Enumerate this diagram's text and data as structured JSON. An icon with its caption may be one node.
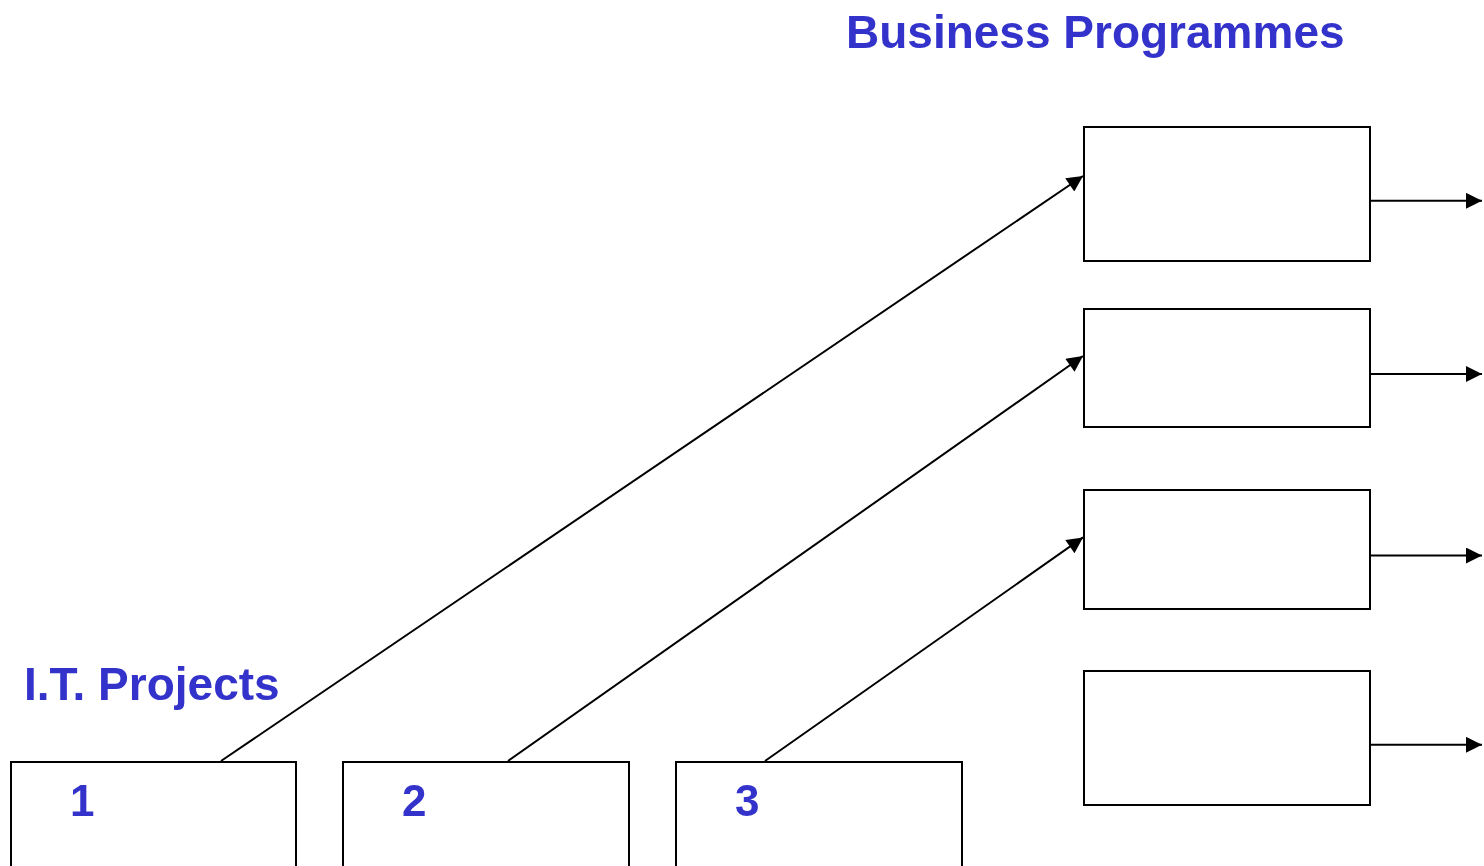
{
  "diagram": {
    "nodes": [
      {
        "text": [],
        "shape": "box"
      },
      {
        "text": [],
        "shape": "box"
      },
      {
        "text": [],
        "shape": "box"
      },
      {
        "text": [],
        "shape": "box"
      },
      {
        "text": [
          "1"
        ]
      },
      {
        "text": [
          "2"
        ]
      },
      {
        "text": [
          "3"
        ]
      }
    ],
    "edges": [
      {
        "from": 4,
        "to": 0,
        "arrow": "to"
      },
      {
        "from": 5,
        "to": 1,
        "arrow": "to"
      },
      {
        "from": 6,
        "to": 2,
        "arrow": "to"
      },
      {
        "from": 0,
        "to": null,
        "arrow": "to"
      },
      {
        "from": 1,
        "to": null,
        "arrow": "to"
      },
      {
        "from": 2,
        "to": null,
        "arrow": "to"
      },
      {
        "from": 3,
        "to": null,
        "arrow": "to"
      }
    ],
    "labels": [
      "Business Programmes",
      "I.T. Projects"
    ]
  }
}
